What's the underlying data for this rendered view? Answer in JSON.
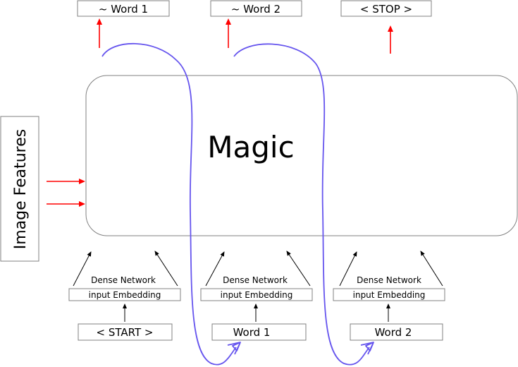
{
  "outputs": [
    "~ Word 1",
    "~ Word 2",
    "< STOP >"
  ],
  "magic_label": "Magic",
  "image_features_label": "Image Features",
  "columns": [
    {
      "dense": "Dense Network",
      "embedding": "input Embedding",
      "input": "< START >"
    },
    {
      "dense": "Dense Network",
      "embedding": "input Embedding",
      "input": "Word 1"
    },
    {
      "dense": "Dense Network",
      "embedding": "input Embedding",
      "input": "Word 2"
    }
  ],
  "colors": {
    "output_arrow": "#ff0000",
    "feedback_curve": "#6655ee",
    "stroke": "#808080",
    "text": "#000000"
  }
}
